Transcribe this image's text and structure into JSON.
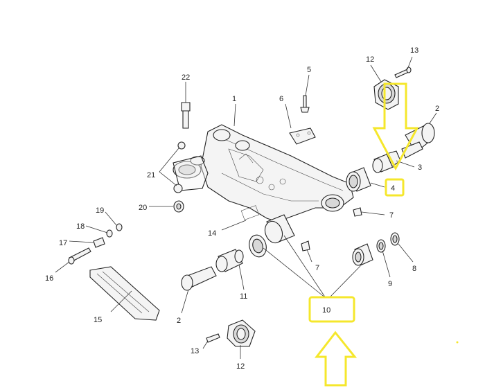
{
  "callouts": {
    "c1": "1",
    "c2a": "2",
    "c2b": "2",
    "c3": "3",
    "c4": "4",
    "c5": "5",
    "c6": "6",
    "c7a": "7",
    "c7b": "7",
    "c8": "8",
    "c9": "9",
    "c10": "10",
    "c11": "11",
    "c12a": "12",
    "c12b": "12",
    "c13a": "13",
    "c13b": "13",
    "c14": "14",
    "c15": "15",
    "c16": "16",
    "c17": "17",
    "c18": "18",
    "c19": "19",
    "c20": "20",
    "c21": "21",
    "c22": "22"
  },
  "highlight_color": "#f5e72c",
  "highlighted_callouts": [
    "4",
    "10"
  ]
}
